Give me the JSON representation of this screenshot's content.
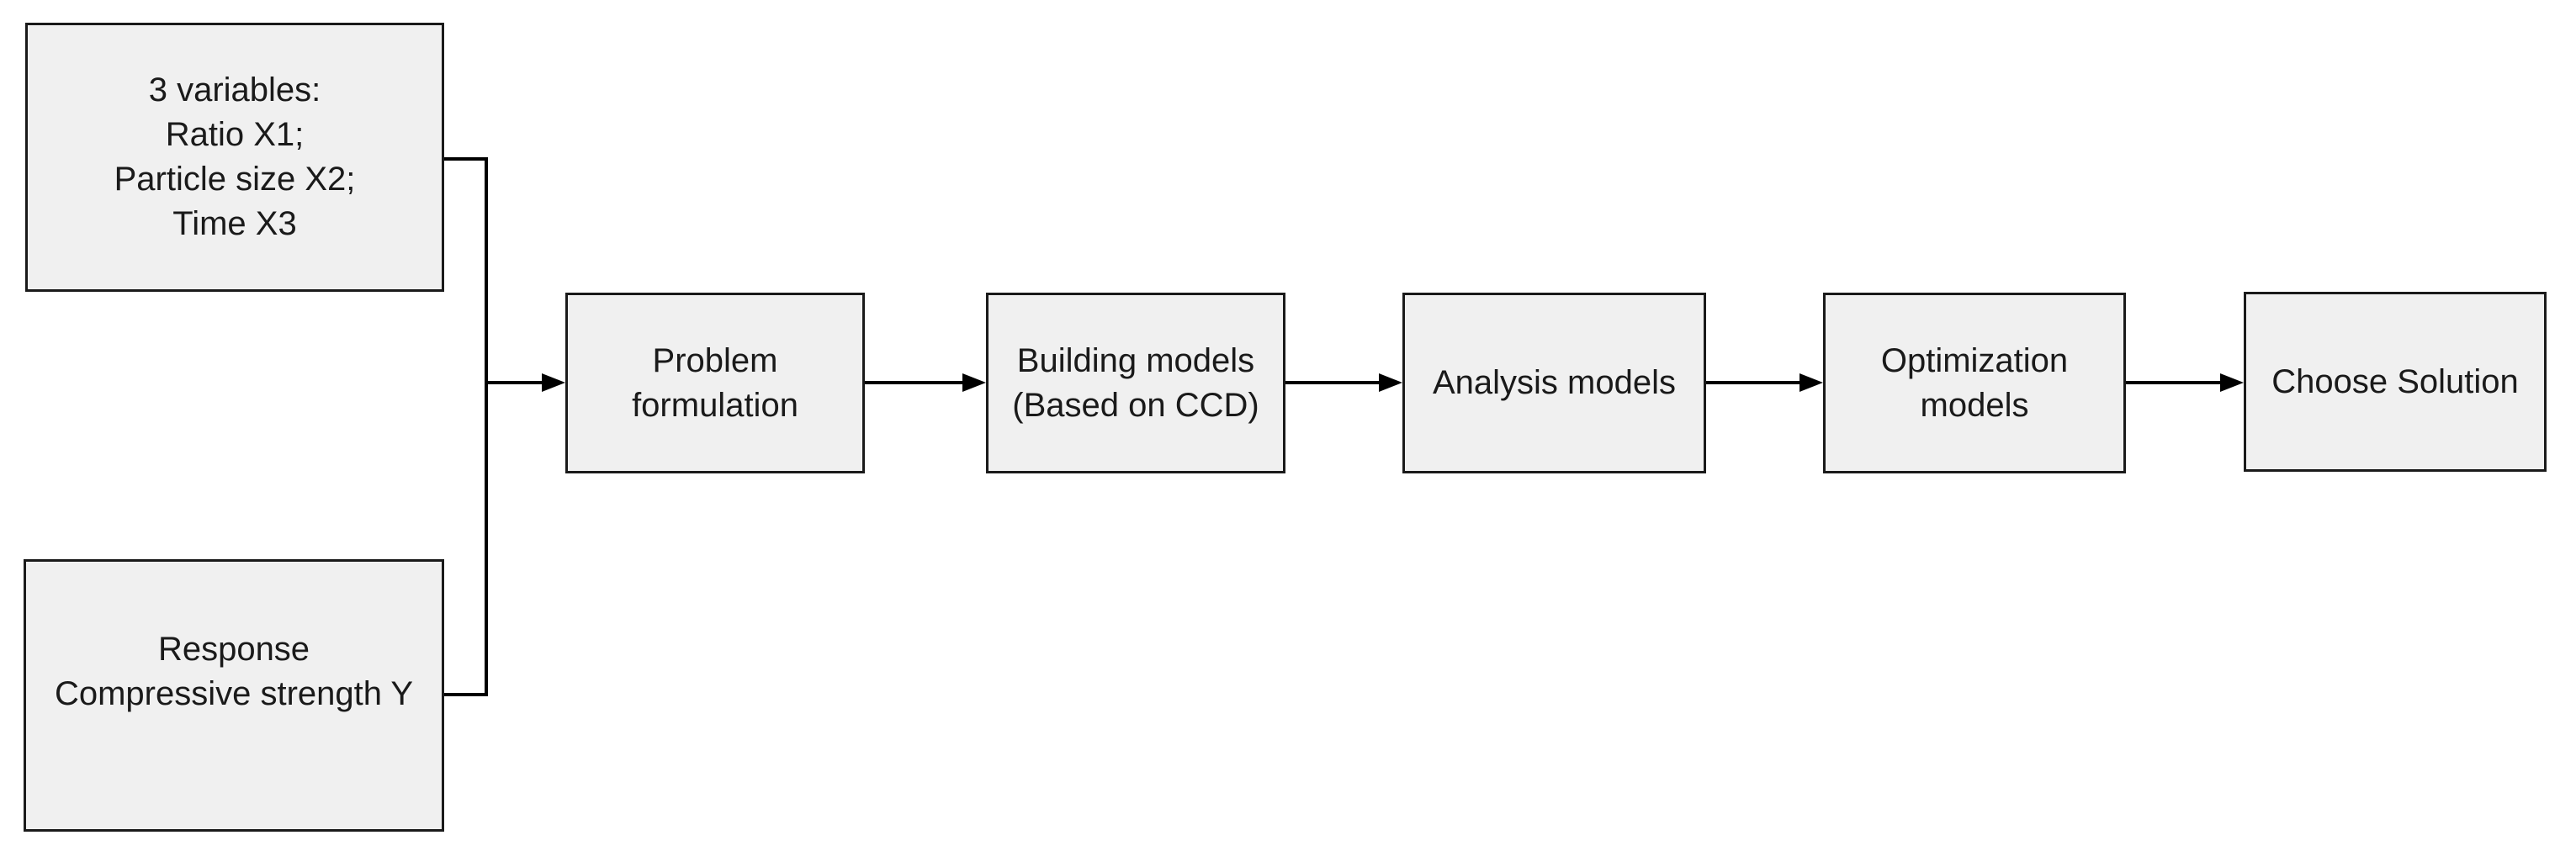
{
  "figure": {
    "type": "flowchart",
    "background_color": "#ffffff",
    "node_fill_color": "#f0f0f0",
    "node_border_color": "#1a1a1a",
    "text_color": "#1a1a1a",
    "connector_color": "#000000",
    "nodes": [
      {
        "id": "inputs-variables",
        "label": "3 variables:\nRatio X1;\nParticle size X2;\nTime X3"
      },
      {
        "id": "response",
        "label": "Response\nCompressive strength Y"
      },
      {
        "id": "problem-formulation",
        "label": "Problem\nformulation"
      },
      {
        "id": "building-models",
        "label": "Building models\n(Based on CCD)"
      },
      {
        "id": "analysis-models",
        "label": "Analysis models"
      },
      {
        "id": "optimization-models",
        "label": "Optimization\nmodels"
      },
      {
        "id": "choose-solution",
        "label": "Choose Solution"
      }
    ],
    "edges": [
      {
        "from": "inputs-variables",
        "to": "problem-formulation"
      },
      {
        "from": "response",
        "to": "problem-formulation"
      },
      {
        "from": "problem-formulation",
        "to": "building-models"
      },
      {
        "from": "building-models",
        "to": "analysis-models"
      },
      {
        "from": "analysis-models",
        "to": "optimization-models"
      },
      {
        "from": "optimization-models",
        "to": "choose-solution"
      }
    ]
  }
}
